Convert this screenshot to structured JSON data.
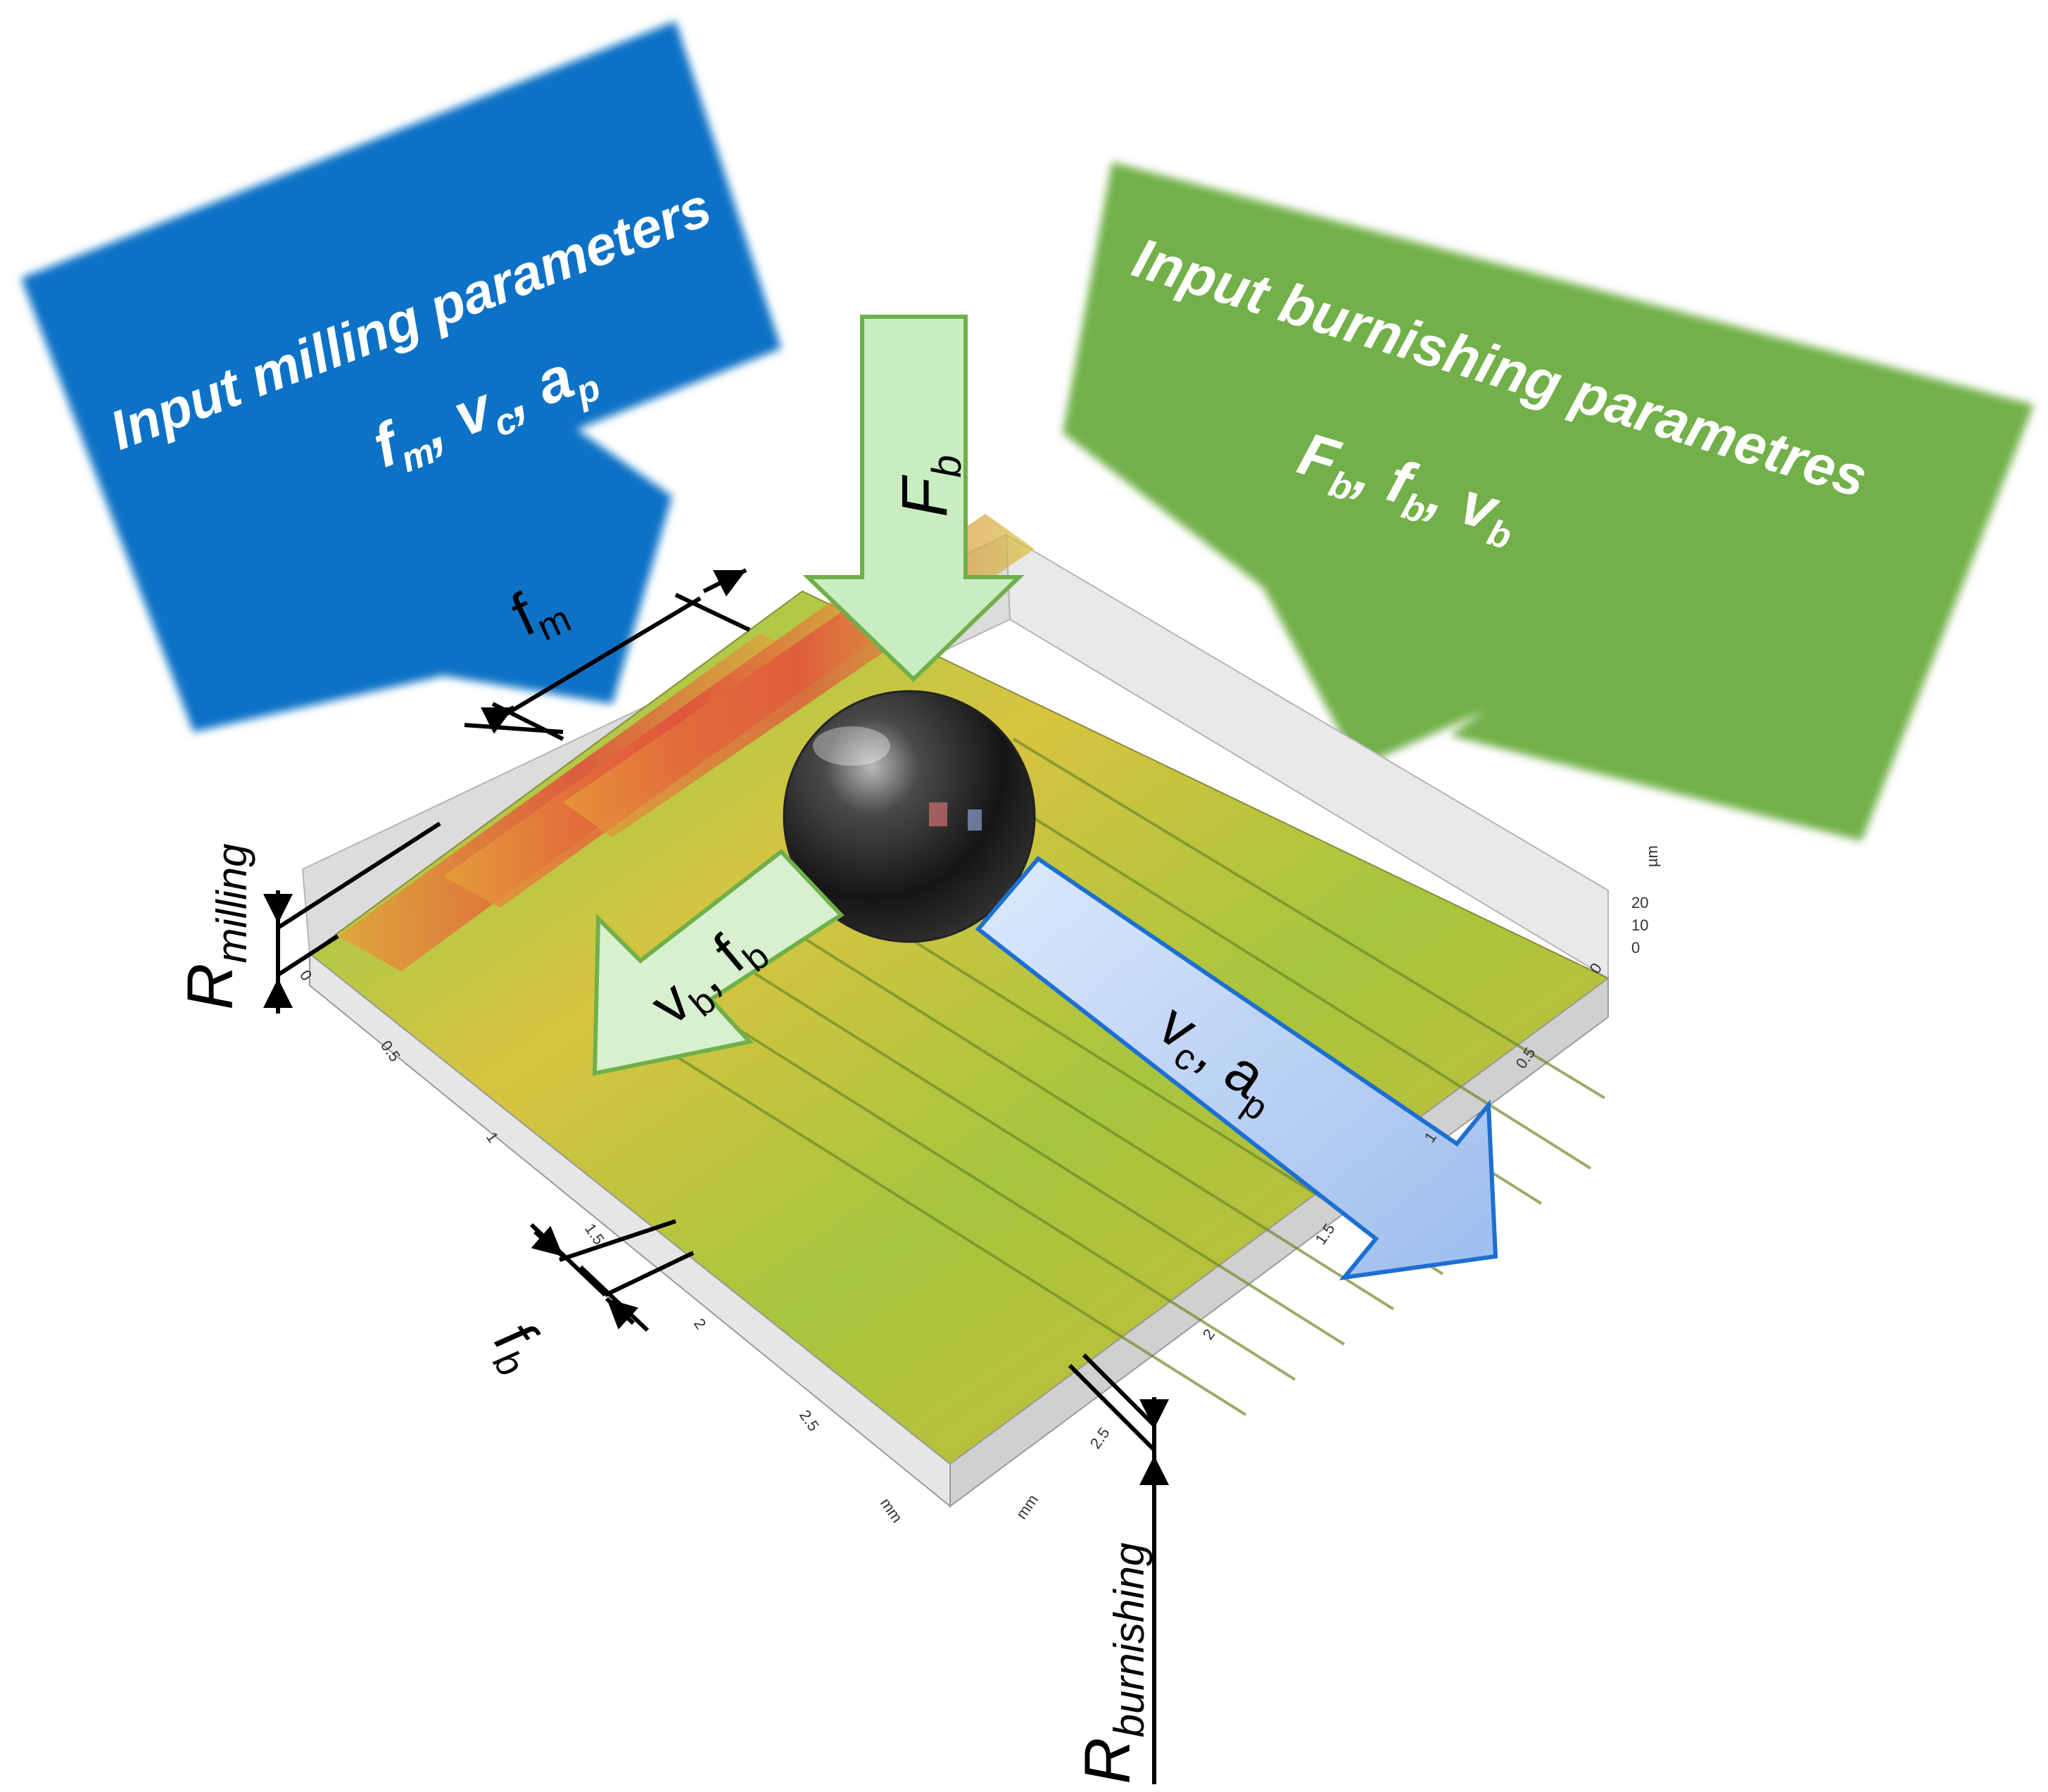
{
  "colors": {
    "milling_box": "#0a72c6",
    "burnishing_box": "#72b04a",
    "force_arrow_fill": "#c9ecc1",
    "force_arrow_stroke": "#6fb04a",
    "feed_arrow_fill": "#d8f0cf",
    "cut_arrow_fill": "#a9c7ef",
    "cut_arrow_stroke": "#1d6fd1"
  },
  "milling_box": {
    "title": "Input milling parameters",
    "params_f": "f",
    "params_f_sub": "m",
    "params_v": "v",
    "params_v_sub": "c",
    "params_a": "a",
    "params_a_sub": "p"
  },
  "burnishing_box": {
    "title": "Input burnishing parametres",
    "params_F": "F",
    "params_F_sub": "b",
    "params_f": "f",
    "params_f_sub": "b",
    "params_v": "v",
    "params_v_sub": "b"
  },
  "force_arrow": {
    "label": "F",
    "sub": "b"
  },
  "burnish_feed_arrow": {
    "v": "v",
    "v_sub": "b",
    "f": "f",
    "f_sub": "b"
  },
  "cut_arrow": {
    "v": "v",
    "v_sub": "c",
    "a": "a",
    "a_sub": "p"
  },
  "dimensions": {
    "f_m": {
      "label": "f",
      "sub": "m"
    },
    "f_b": {
      "label": "f",
      "sub": "b"
    },
    "r_milling": {
      "label": "R",
      "sub": "milling"
    },
    "r_burnishing": {
      "label": "R",
      "sub": "burnishing"
    }
  },
  "surface_axes": {
    "left_ticks": [
      "0",
      "0.5",
      "1",
      "1.5",
      "2",
      "2.5"
    ],
    "left_unit": "mm",
    "right_ticks": [
      "0",
      "0.5",
      "1",
      "1.5",
      "2",
      "2.5"
    ],
    "right_unit": "mm",
    "z_ticks": [
      "20",
      "10",
      "0"
    ],
    "z_unit": "µm"
  }
}
